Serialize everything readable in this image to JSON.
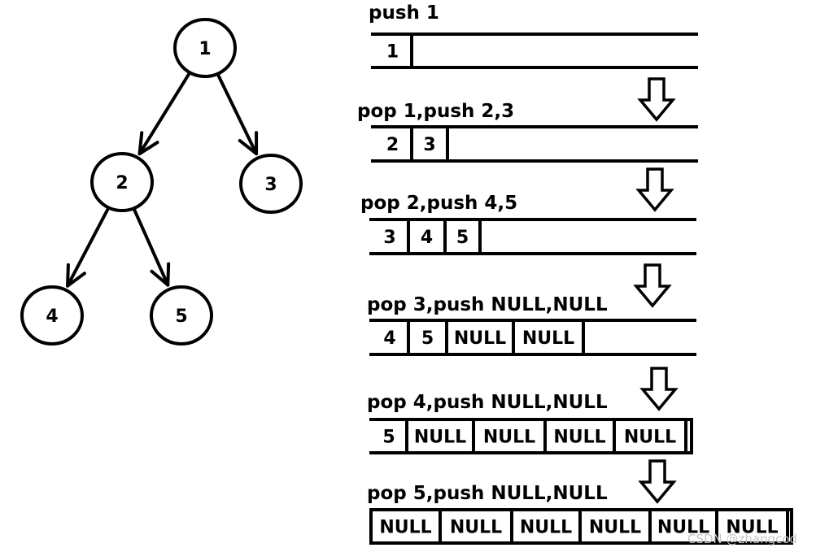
{
  "tree": {
    "nodes": [
      {
        "id": "1",
        "label": "1"
      },
      {
        "id": "2",
        "label": "2"
      },
      {
        "id": "3",
        "label": "3"
      },
      {
        "id": "4",
        "label": "4"
      },
      {
        "id": "5",
        "label": "5"
      }
    ],
    "edges": [
      {
        "from": "1",
        "to": "2"
      },
      {
        "from": "1",
        "to": "3"
      },
      {
        "from": "2",
        "to": "4"
      },
      {
        "from": "2",
        "to": "5"
      }
    ]
  },
  "queue_steps": [
    {
      "label": "push 1",
      "cells": [
        "1"
      ]
    },
    {
      "label": "pop 1,push 2,3",
      "cells": [
        "2",
        "3"
      ]
    },
    {
      "label": "pop 2,push 4,5",
      "cells": [
        "3",
        "4",
        "5"
      ]
    },
    {
      "label": "pop 3,push NULL,NULL",
      "cells": [
        "4",
        "5",
        "NULL",
        "NULL"
      ]
    },
    {
      "label": "pop 4,push NULL,NULL",
      "cells": [
        "5",
        "NULL",
        "NULL",
        "NULL",
        "NULL"
      ]
    },
    {
      "label": "pop 5,push NULL,NULL",
      "cells": [
        "NULL",
        "NULL",
        "NULL",
        "NULL",
        "NULL",
        "NULL"
      ]
    }
  ],
  "watermark": "CSDN @zhangcod"
}
